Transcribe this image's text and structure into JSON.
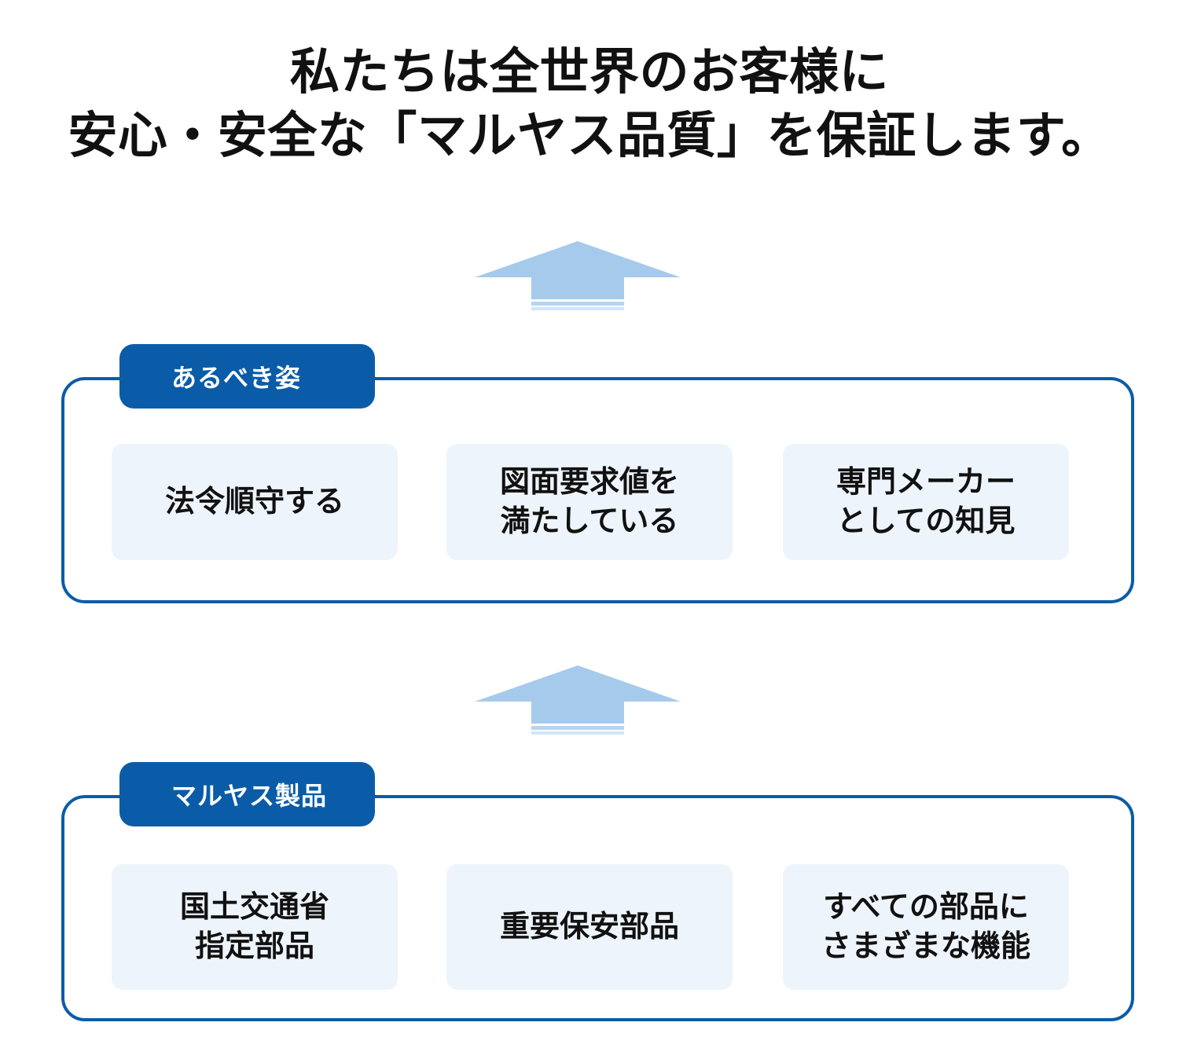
{
  "headline": {
    "line1": "私たちは全世界のお客様に",
    "line2": "安心・安全な「マルヤス品質」を保証します。"
  },
  "colors": {
    "card_border": "#0b5ca8",
    "badge_fill": "#0b5ca8",
    "badge_text": "#ffffff",
    "inner_box_fill": "#eef4fb",
    "arrow_fill": "#a6caec",
    "arrow_stripe": "#c7dcf3",
    "text": "#111111",
    "background": "#ffffff"
  },
  "arrows": [
    {
      "name": "upward-arrow-top",
      "direction": "up"
    },
    {
      "name": "upward-arrow-bottom",
      "direction": "up"
    }
  ],
  "sections": [
    {
      "badge": "あるべき姿",
      "items": [
        {
          "text": "法令順守する"
        },
        {
          "text": "図面要求値を\n満たしている"
        },
        {
          "text": "専門メーカー\nとしての知見"
        }
      ]
    },
    {
      "badge": "マルヤス製品",
      "items": [
        {
          "text": "国土交通省\n指定部品"
        },
        {
          "text": "重要保安部品"
        },
        {
          "text": "すべての部品に\nさまざまな機能"
        }
      ]
    }
  ]
}
